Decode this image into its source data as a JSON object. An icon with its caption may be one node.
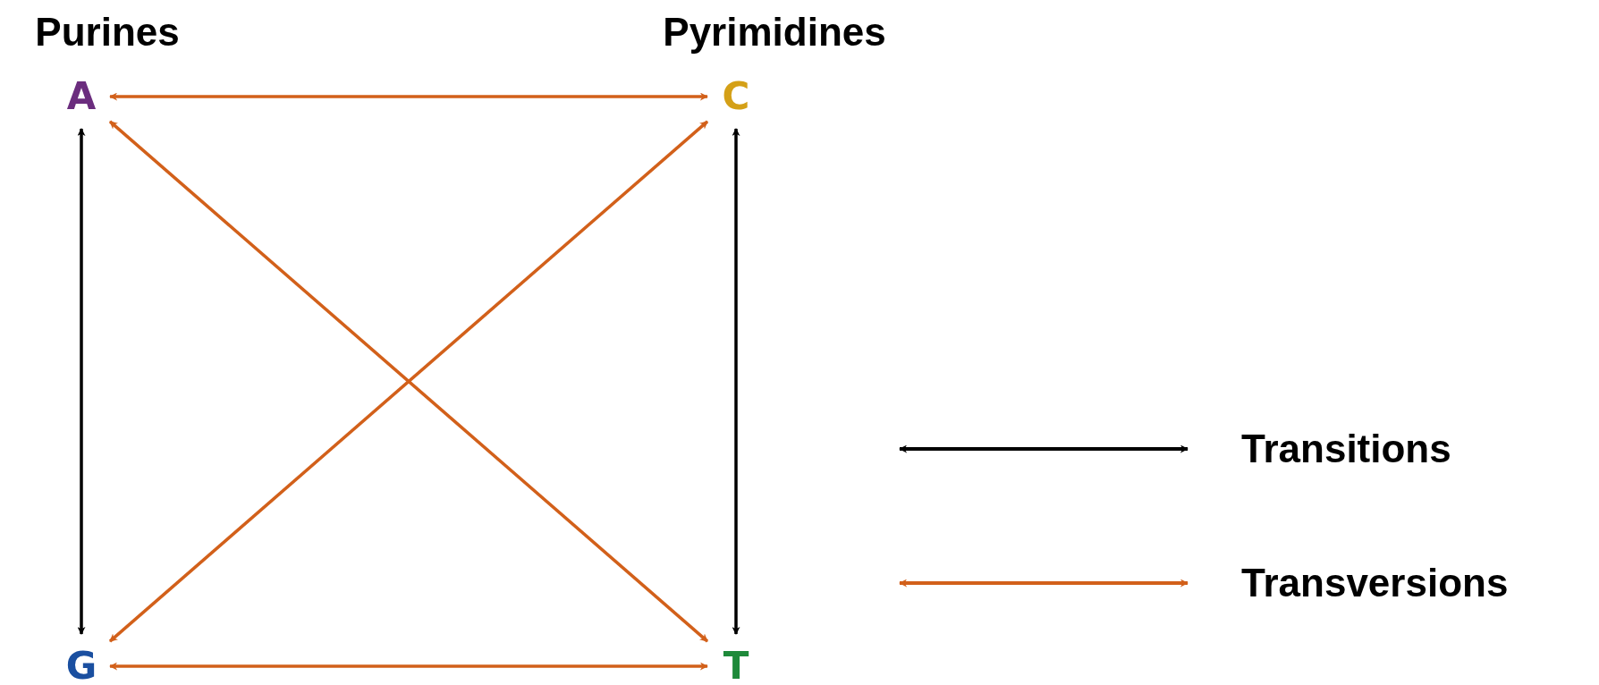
{
  "diagram": {
    "nodes": [
      {
        "text": [
          "A"
        ]
      },
      {
        "text": [
          "C"
        ]
      },
      {
        "text": [
          "G"
        ]
      },
      {
        "text": [
          "T"
        ]
      }
    ],
    "edges": [
      {
        "from": 0,
        "to": 1,
        "arrow": "both"
      },
      {
        "from": 0,
        "to": 2,
        "arrow": "both",
        "color": "#000000"
      },
      {
        "from": 1,
        "to": 3,
        "arrow": "both",
        "color": "#000000"
      },
      {
        "from": 0,
        "to": 3,
        "arrow": "both"
      },
      {
        "from": 1,
        "to": 2,
        "arrow": "both"
      },
      {
        "from": 2,
        "to": 3,
        "arrow": "both"
      }
    ],
    "labels": [
      "Purines",
      "Pyrimidines"
    ],
    "legend": [
      {
        "text": "Transitions"
      },
      {
        "text": "Transversions"
      }
    ]
  }
}
